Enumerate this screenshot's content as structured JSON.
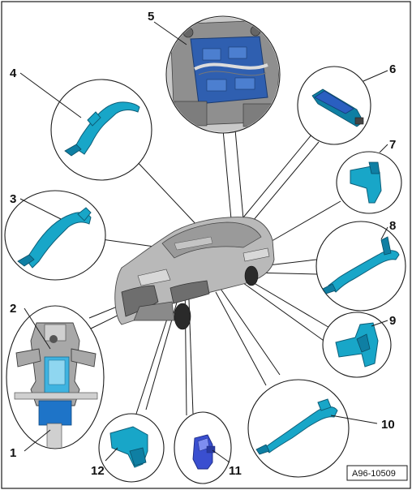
{
  "figure_code": "A96-10509",
  "callouts": [
    "1",
    "2",
    "3",
    "4",
    "5",
    "6",
    "7",
    "8",
    "9",
    "10",
    "11",
    "12"
  ]
}
